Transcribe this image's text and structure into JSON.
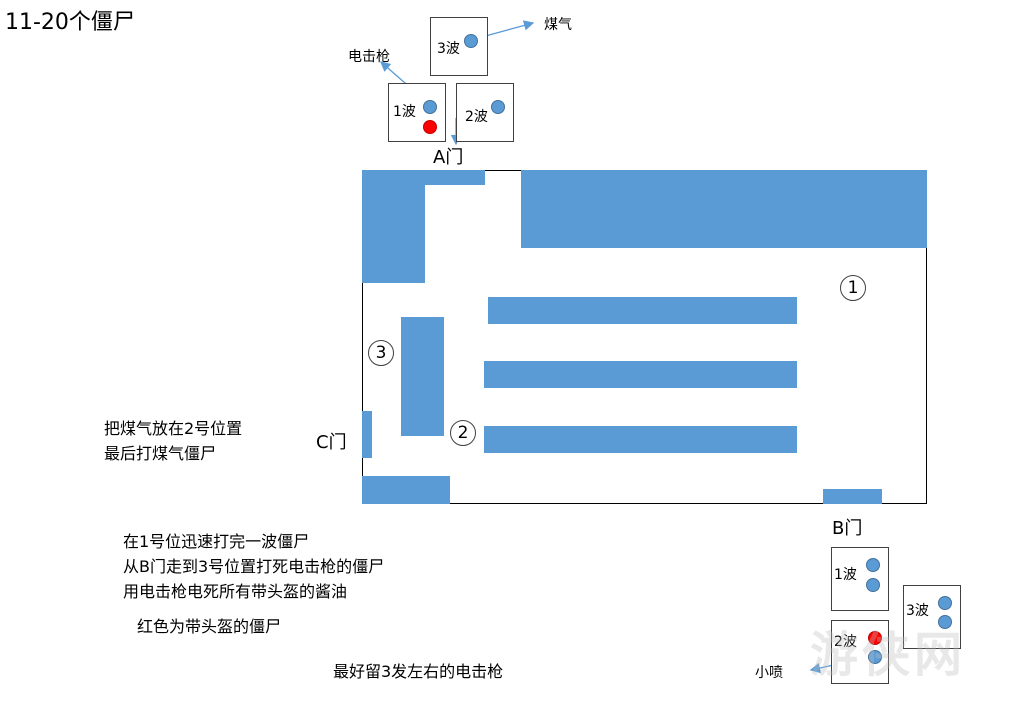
{
  "title": "11-20个僵尸",
  "doors": {
    "a": "A门",
    "b": "B门",
    "c": "C门"
  },
  "group_a": {
    "wave1": "1波",
    "wave2": "2波",
    "wave3": "3波",
    "arrow_electric": "电击枪",
    "arrow_gas": "煤气"
  },
  "group_b": {
    "wave1": "1波",
    "wave2": "2波",
    "wave3": "3波",
    "arrow_spray": "小喷"
  },
  "positions": {
    "p1": "1",
    "p2": "2",
    "p3": "3"
  },
  "notes": {
    "gas_line1": "把煤气放在2号位置",
    "gas_line2": "最后打煤气僵尸",
    "step_line1": "在1号位迅速打完一波僵尸",
    "step_line2": "从B门走到3号位置打死电击枪的僵尸",
    "step_line3": "用电击枪电死所有带头盔的酱油",
    "legend_red": "红色为带头盔的僵尸",
    "tip": "最好留3发左右的电击枪"
  },
  "watermark": "游侠网",
  "colors": {
    "block": "#5b9bd5",
    "helmet": "#ff0000",
    "arrow": "#5b9bd5"
  }
}
